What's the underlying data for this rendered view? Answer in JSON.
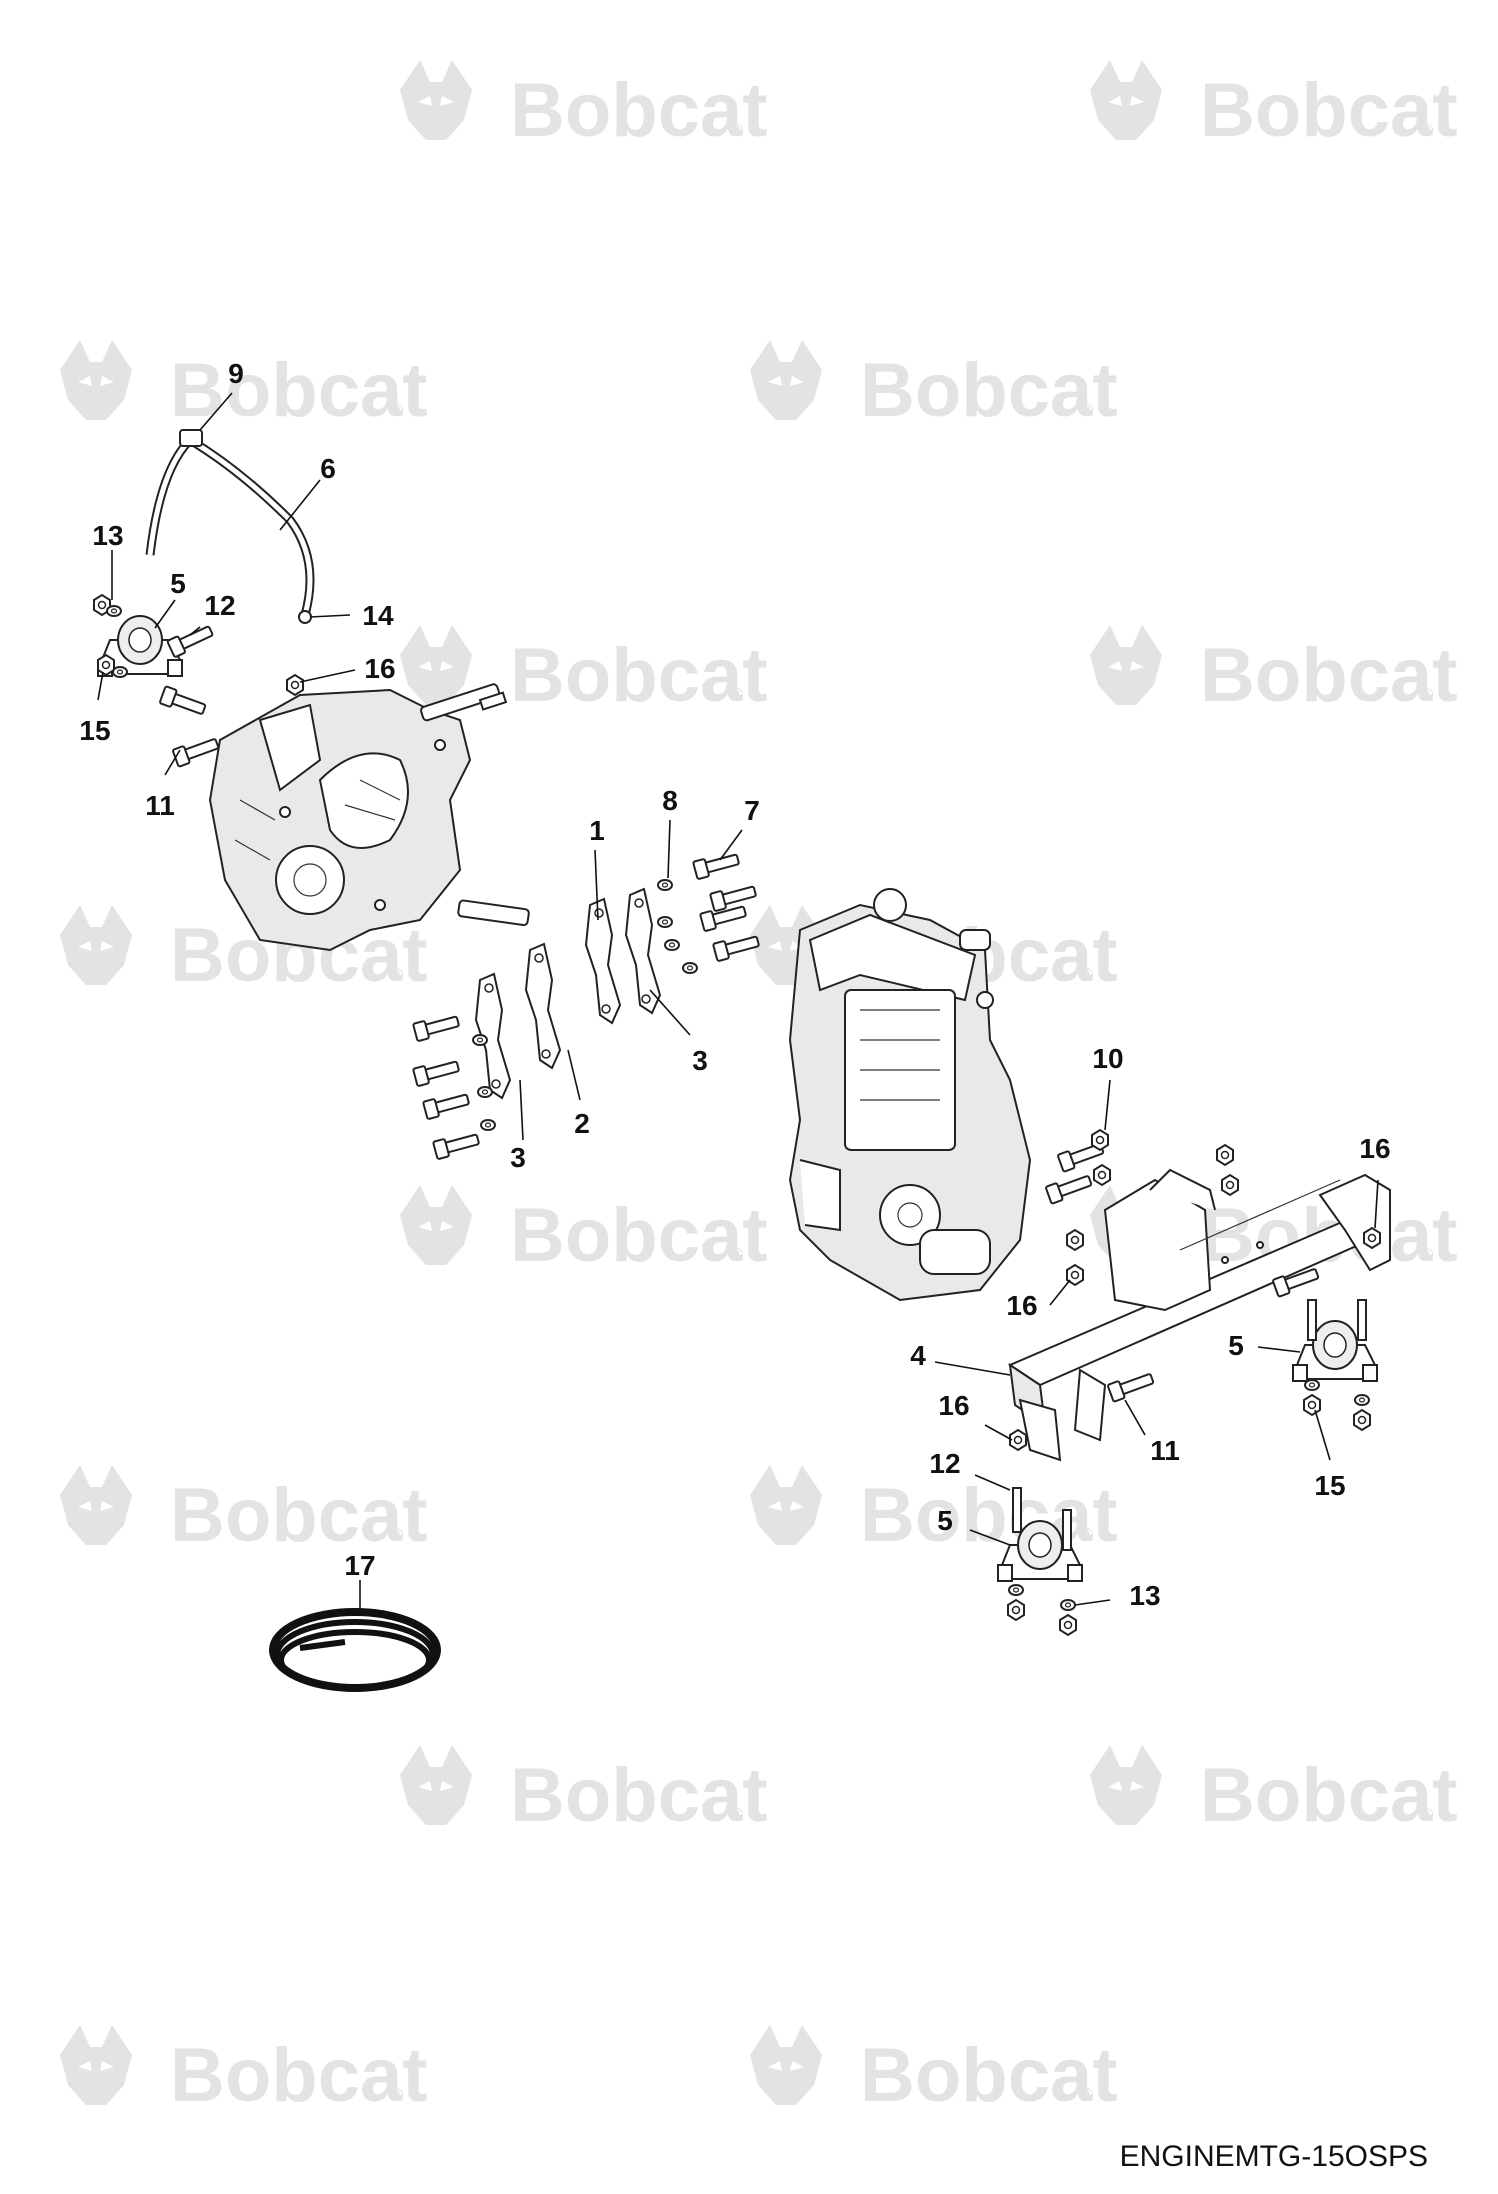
{
  "diagram_code": "ENGINEMTG-15OSPS",
  "watermark_brand": "Bobcat",
  "watermark_mark": "®",
  "callouts": [
    "9",
    "6",
    "13",
    "5",
    "12",
    "14",
    "16",
    "15",
    "11",
    "8",
    "7",
    "1",
    "3",
    "2",
    "3",
    "10",
    "16",
    "16",
    "4",
    "5",
    "16",
    "11",
    "15",
    "12",
    "5",
    "13",
    "17"
  ],
  "icons": [
    "bobcat-logo-icon"
  ]
}
